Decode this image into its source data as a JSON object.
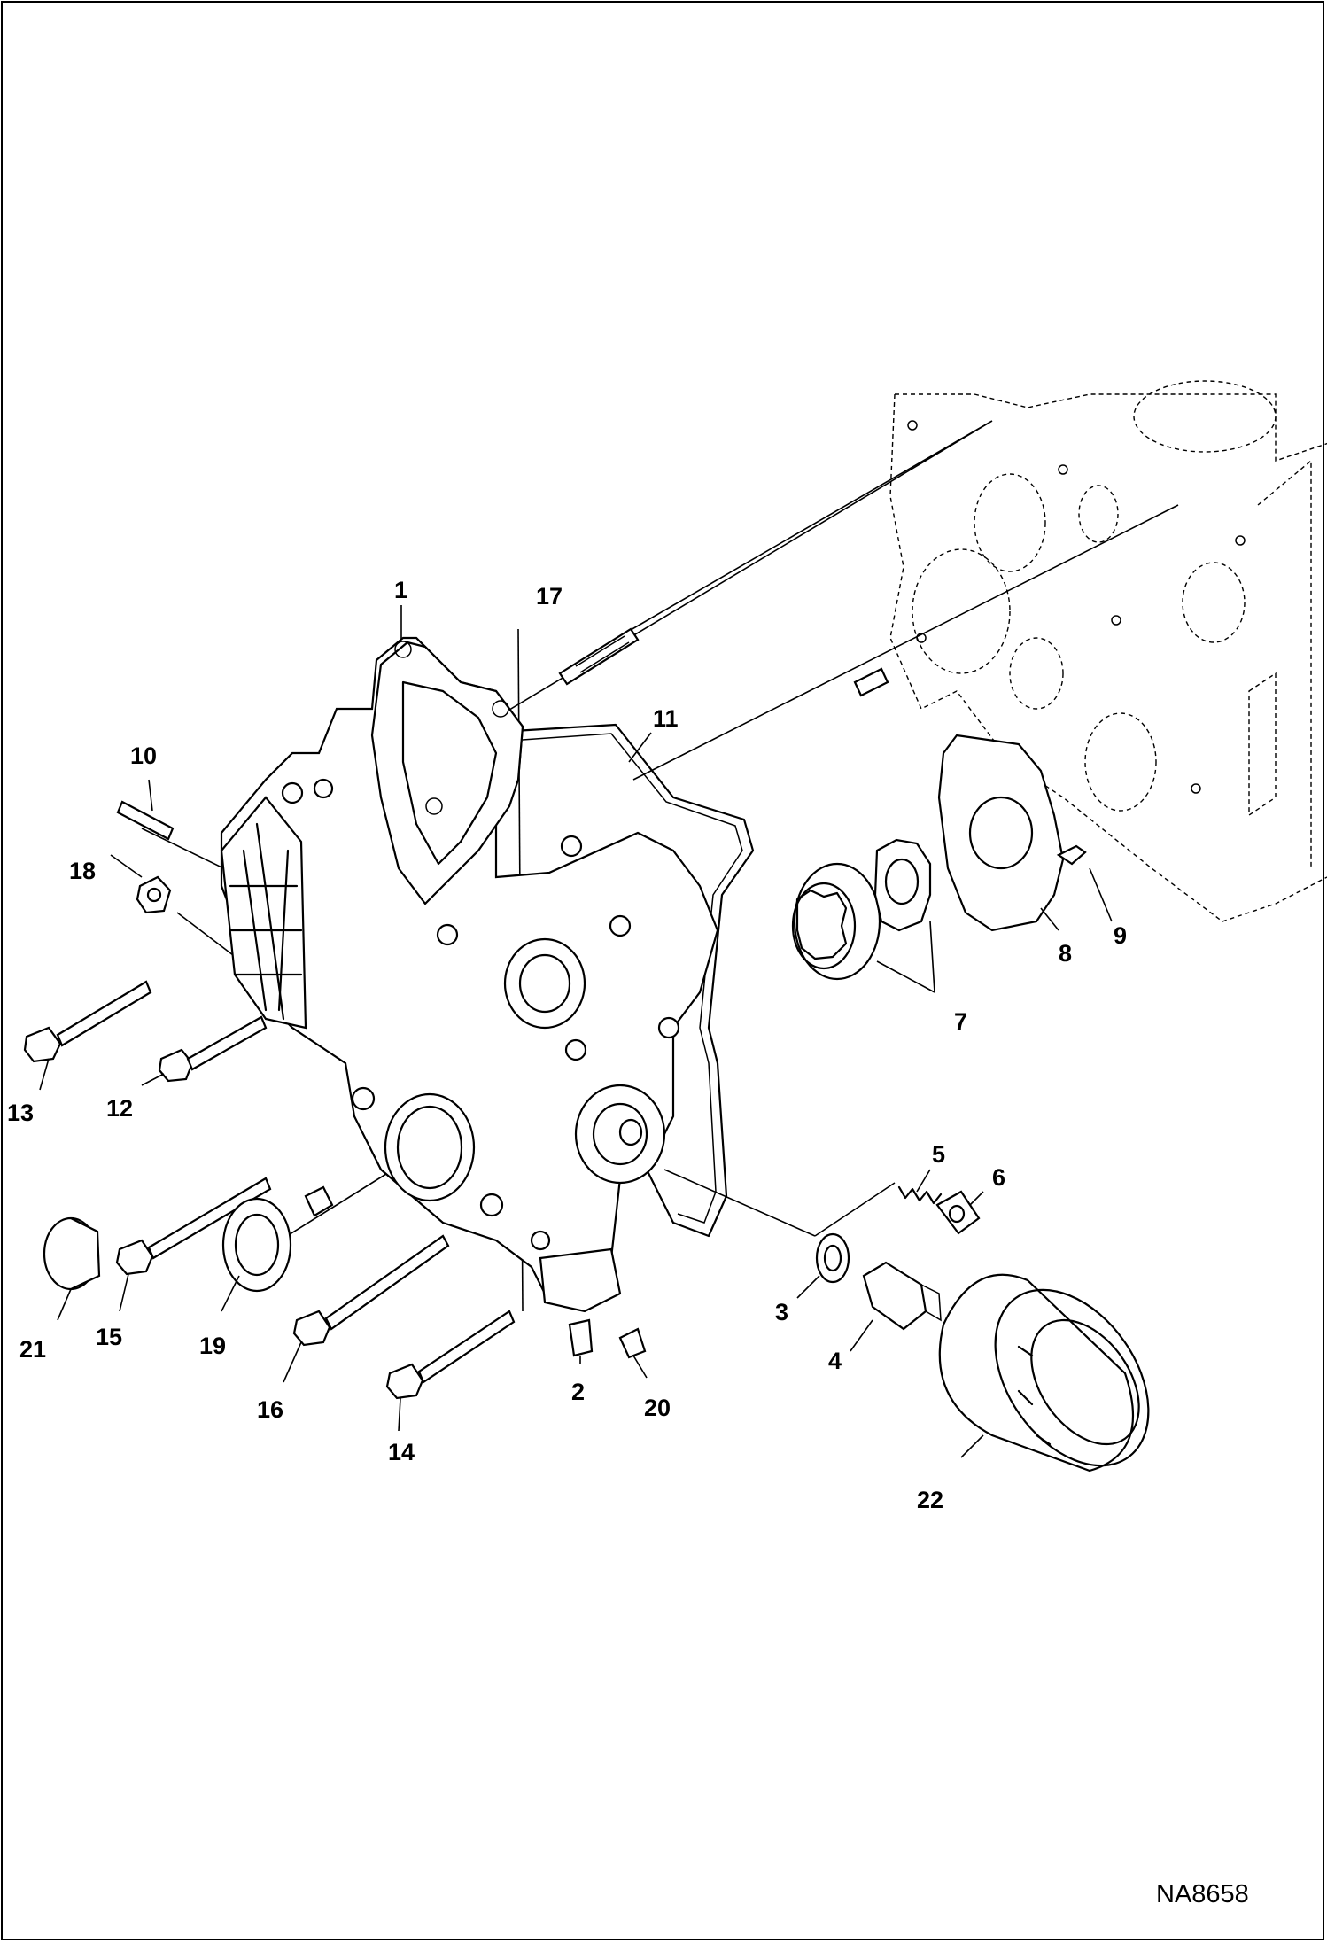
{
  "figure_id": "NA8658",
  "callouts": {
    "c1": "1",
    "c2": "2",
    "c3": "3",
    "c4": "4",
    "c5": "5",
    "c6": "6",
    "c7": "7",
    "c8": "8",
    "c9": "9",
    "c10": "10",
    "c11": "11",
    "c12": "12",
    "c13": "13",
    "c14": "14",
    "c15": "15",
    "c16": "16",
    "c17": "17",
    "c18": "18",
    "c19": "19",
    "c20": "20",
    "c21": "21",
    "c22": "22"
  }
}
